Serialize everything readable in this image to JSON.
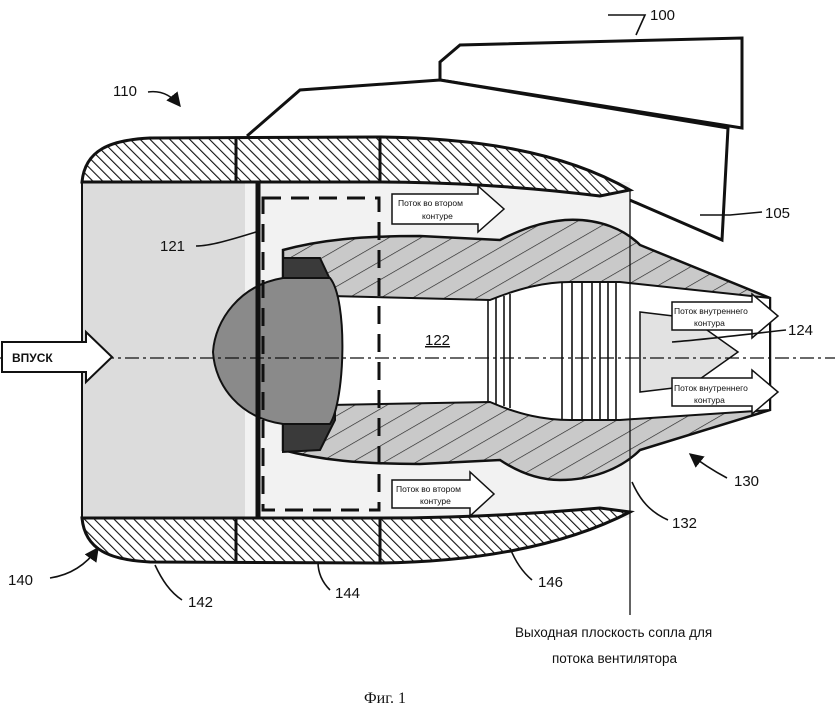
{
  "labels": {
    "n100": "100",
    "n105": "105",
    "n110": "110",
    "n121": "121",
    "n122": "122",
    "n124": "124",
    "n130": "130",
    "n132": "132",
    "n140": "140",
    "n142": "142",
    "n144": "144",
    "n146": "146"
  },
  "inlet_label": "ВПУСК",
  "flows": {
    "bypass_top_1": "Поток во втором",
    "bypass_top_2": "контуре",
    "core_top_1": "Поток внутреннего",
    "core_top_2": "контура",
    "core_bottom_1": "Поток внутреннего",
    "core_bottom_2": "контура",
    "bypass_bottom_1": "Поток во втором",
    "bypass_bottom_2": "контуре"
  },
  "nozzle_note": {
    "line1": "Выходная плоскость сопла для",
    "line2": "потока вентилятора"
  },
  "caption": "Фиг. 1",
  "colors": {
    "inlet_fill": "#dcdcdc",
    "spinner_fill": "#8a8a8a",
    "ink": "#111111"
  }
}
